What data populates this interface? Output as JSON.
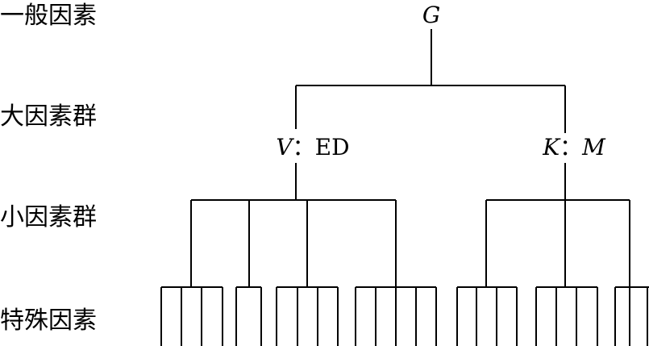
{
  "levels": {
    "general": "一般因素",
    "major_group": "大因素群",
    "minor_group": "小因素群",
    "specific": "特殊因素"
  },
  "nodes": {
    "root": {
      "label": "G"
    },
    "left": {
      "v": "V",
      "sep": "：",
      "ed": "ED"
    },
    "right": {
      "k": "K",
      "sep": "：",
      "m": "M"
    }
  },
  "colors": {
    "line": "#000000",
    "text": "#000000",
    "background": "#ffffff"
  }
}
